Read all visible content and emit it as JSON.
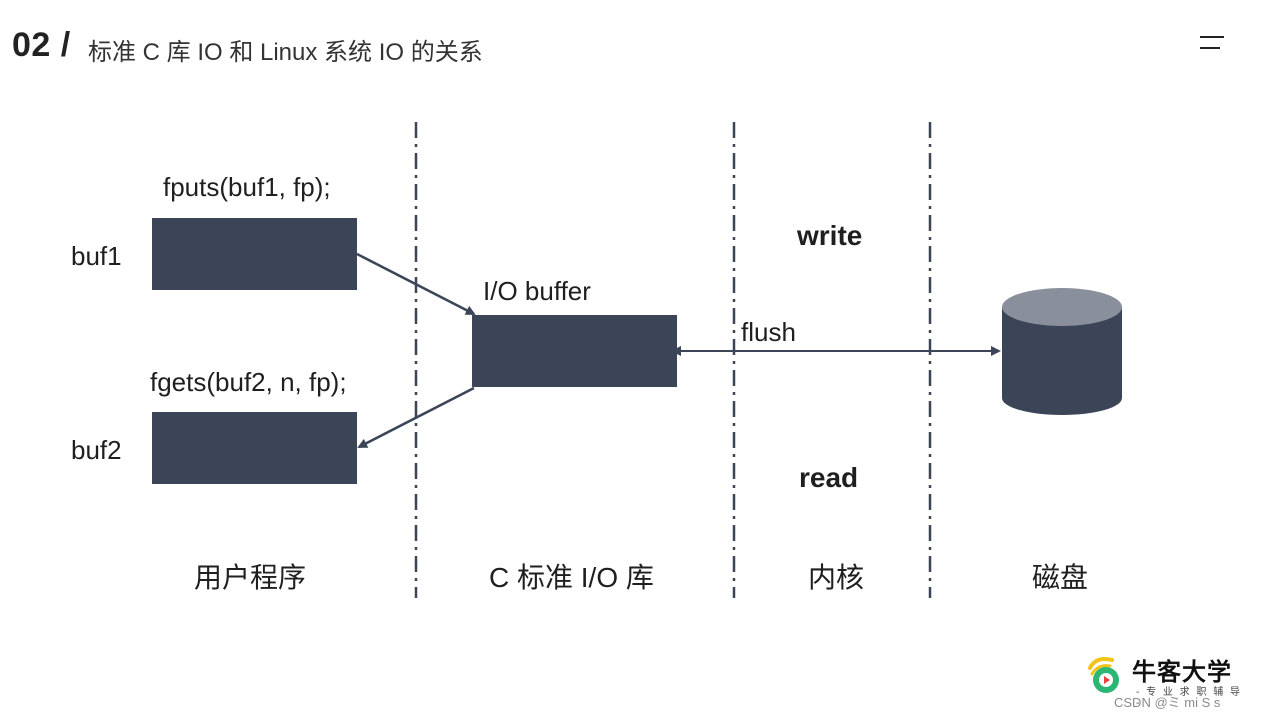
{
  "header": {
    "number": "02 /",
    "title": "标准 C 库 IO 和 Linux 系统 IO 的关系"
  },
  "diagram": {
    "code_fputs": "fputs(buf1, fp);",
    "code_fgets": "fgets(buf2, n, fp);",
    "buf1": "buf1",
    "buf2": "buf2",
    "io_buffer": "I/O buffer",
    "flush": "flush",
    "write": "write",
    "read": "read",
    "columns": {
      "user_program": "用户程序",
      "c_lib": "C 标准 I/O 库",
      "kernel": "内核",
      "disk": "磁盘"
    }
  },
  "logo": {
    "title": "牛客大学",
    "subtitle": "- 专 业 求 职 辅 导 -"
  },
  "watermark": "CSDN @ミ  mi S s"
}
